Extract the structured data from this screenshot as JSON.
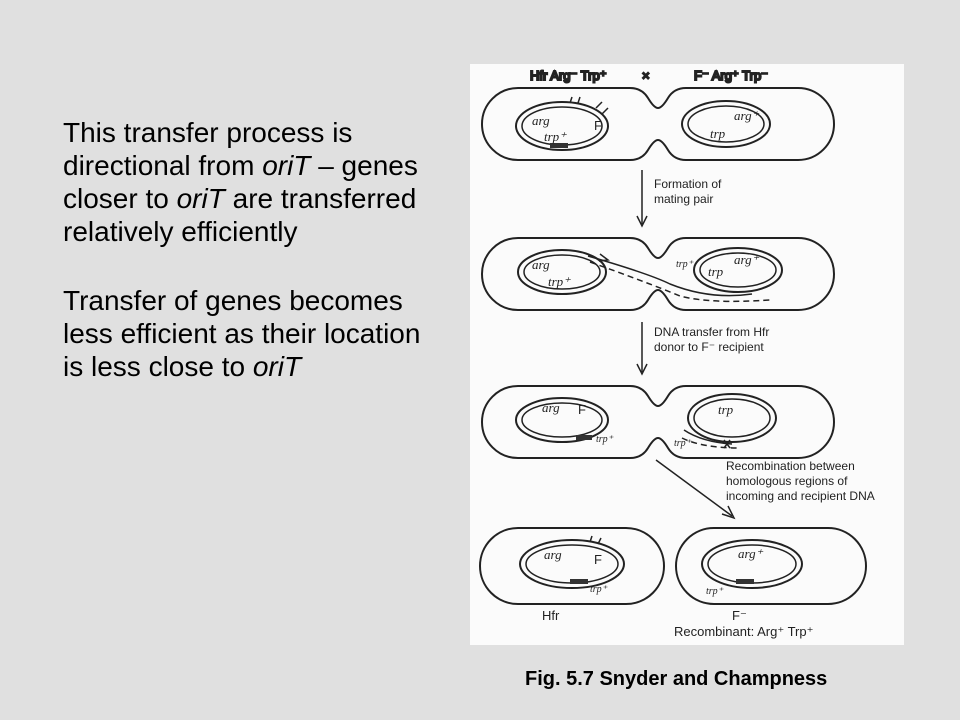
{
  "text": {
    "p1": {
      "a": "This transfer process is directional from ",
      "b": "oriT",
      "c": " – genes closer to ",
      "d": "oriT",
      "e": " are transferred relatively efficiently"
    },
    "p2": {
      "a": "Transfer of genes becomes less efficient as their location is less close to ",
      "b": "oriT"
    }
  },
  "caption": "Fig. 5.7 Snyder and Champness",
  "figure": {
    "header_left": "Hfr Arg⁻ Trp⁺",
    "header_cross": "×",
    "header_right": "F⁻ Arg⁺ Trp⁻",
    "arg": "arg",
    "arg_plus": "arg⁺",
    "trp": "trp",
    "trp_plus": "trp⁺",
    "F": "F",
    "step1": [
      "Formation of",
      "mating pair"
    ],
    "step2": [
      "DNA transfer from Hfr",
      "donor to F⁻ recipient"
    ],
    "step3": [
      "Recombination between",
      "homologous regions of",
      "incoming and recipient DNA"
    ],
    "label_hfr": "Hfr",
    "label_fminus": "F⁻",
    "recombinant": "Recombinant: Arg⁺ Trp⁺"
  }
}
